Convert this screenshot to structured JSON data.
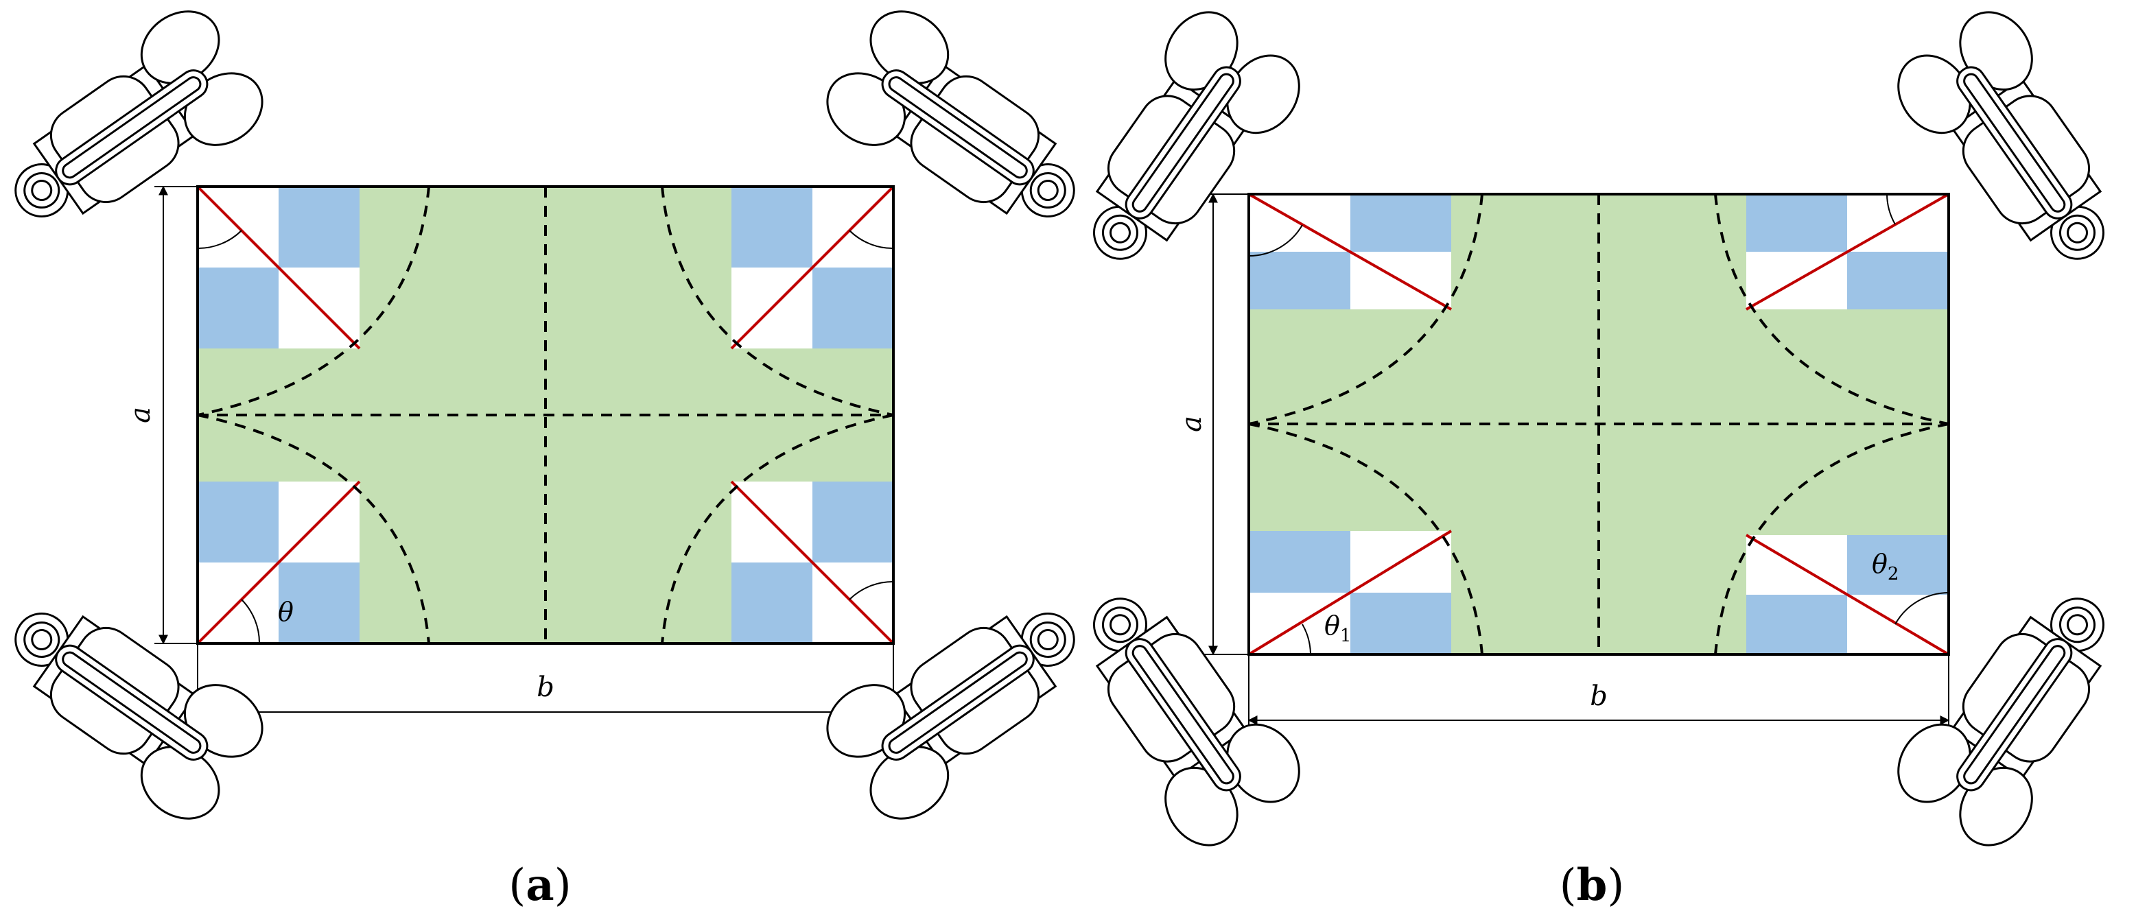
{
  "colors": {
    "green": "#c5e0b4",
    "blue": "#9dc3e6",
    "red": "#c00000",
    "line": "#000000"
  },
  "panel_a": {
    "caption_letter": "a",
    "side_label": "a",
    "bottom_label": "b",
    "angle_label": "θ"
  },
  "panel_b": {
    "caption_letter": "b",
    "side_label": "a",
    "bottom_label": "b",
    "angle1_base": "θ",
    "angle1_sub": "1",
    "angle2_base": "θ",
    "angle2_sub": "2"
  },
  "wheel_icon": "mecanum-wheel-icon"
}
